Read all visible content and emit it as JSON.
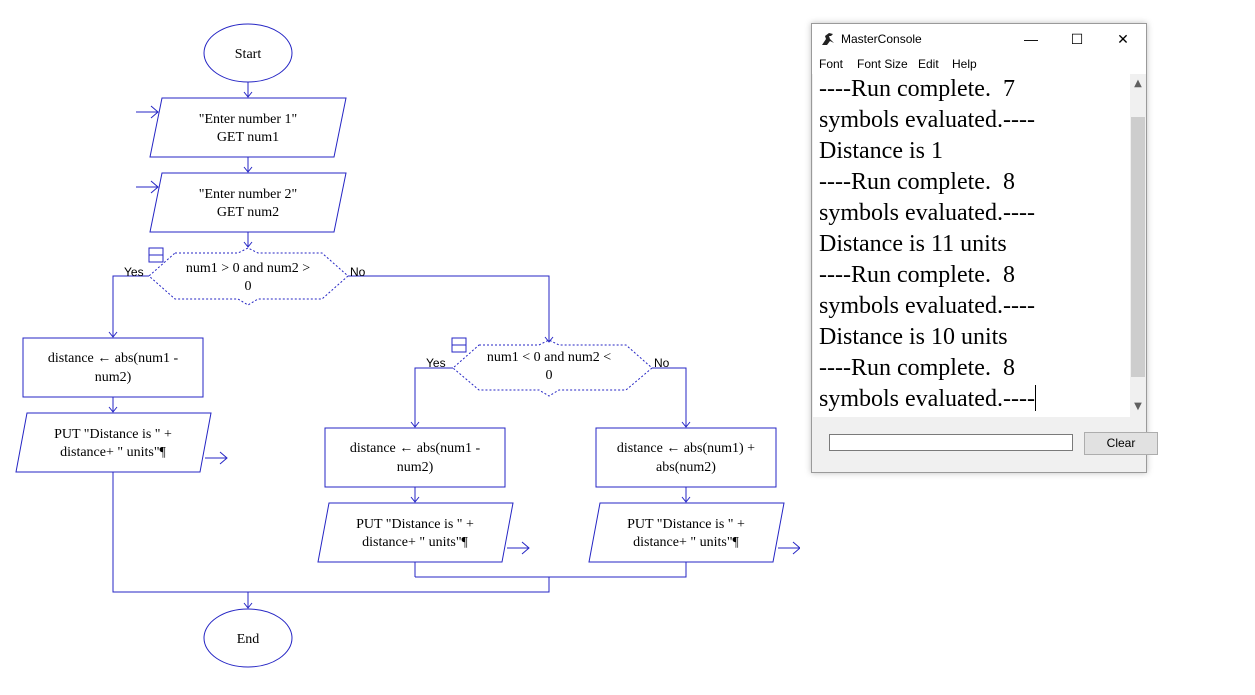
{
  "flowchart": {
    "start": "Start",
    "end": "End",
    "input1": [
      "\"Enter number 1\"",
      "GET num1"
    ],
    "input2": [
      "\"Enter number 2\"",
      "GET num2"
    ],
    "decision1": [
      "num1 > 0 and num2 >",
      "0"
    ],
    "decision1_yes": "Yes",
    "decision1_no": "No",
    "assign_left": [
      "distance ← abs(num1 -",
      "num2)"
    ],
    "output_left": [
      "PUT \"Distance is \" +",
      "distance+ \" units\"¶"
    ],
    "decision2": [
      "num1 < 0 and num2 <",
      "0"
    ],
    "decision2_yes": "Yes",
    "decision2_no": "No",
    "assign_mid": [
      "distance ← abs(num1 -",
      "num2)"
    ],
    "output_mid": [
      "PUT \"Distance is \" +",
      "distance+ \" units\"¶"
    ],
    "assign_right": [
      "distance ← abs(num1)  +",
      "abs(num2)"
    ],
    "output_right": [
      "PUT \"Distance is \" +",
      "distance+ \" units\"¶"
    ]
  },
  "console": {
    "title": "MasterConsole",
    "window_buttons": {
      "minimize": "—",
      "maximize": "☐",
      "close": "✕"
    },
    "menu": [
      "Font",
      "Font Size",
      "Edit",
      "Help"
    ],
    "output_lines": [
      "----Run complete.  7",
      "symbols evaluated.----",
      "Distance is 1",
      "----Run complete.  8",
      "symbols evaluated.----",
      "Distance is 11 units",
      "----Run complete.  8",
      "symbols evaluated.----",
      "Distance is 10 units",
      "----Run complete.  8",
      "symbols evaluated.----"
    ],
    "input_value": "",
    "clear_label": "Clear",
    "scroll_up": "▲",
    "scroll_down": "▼"
  }
}
